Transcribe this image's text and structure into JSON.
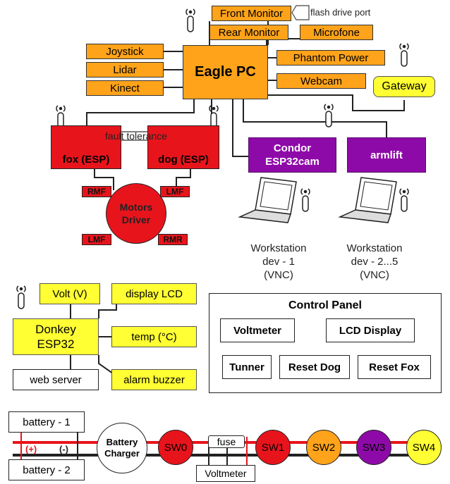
{
  "robot": {
    "eagle_pc": "Eagle PC",
    "front_monitor": "Front Monitor",
    "flash_drive_port": "flash drive port",
    "rear_monitor": "Rear Monitor",
    "microfone": "Microfone",
    "phantom_power": "Phantom Power",
    "webcam": "Webcam",
    "joystick": "Joystick",
    "lidar": "Lidar",
    "kinect": "Kinect",
    "gateway": "Gateway",
    "fault_tolerance": "fault tolerance",
    "fox": "fox (ESP)",
    "dog": "dog (ESP)",
    "condor_line1": "Condor",
    "condor_line2": "ESP32cam",
    "armlift": "armlift",
    "motors_line1": "Motors",
    "motors_line2": "Driver",
    "rmf": "RMF",
    "lmf_top": "LMF",
    "lmf_bottom": "LMF",
    "rmr": "RMR",
    "ws1_line1": "Workstation",
    "ws1_line2": "dev - 1",
    "ws1_line3": "(VNC)",
    "ws2_line1": "Workstation",
    "ws2_line2": "dev - 2...5",
    "ws2_line3": "(VNC)"
  },
  "donkey": {
    "title_line1": "Donkey",
    "title_line2": "ESP32",
    "volt": "Volt (V)",
    "display": "display LCD",
    "temp": "temp (°C)",
    "alarm": "alarm buzzer",
    "web_server": "web server"
  },
  "control_panel": {
    "title": "Control Panel",
    "voltmeter": "Voltmeter",
    "lcd_display": "LCD Display",
    "tunner": "Tunner",
    "reset_dog": "Reset Dog",
    "reset_fox": "Reset Fox"
  },
  "power": {
    "battery1": "battery - 1",
    "battery2": "battery - 2",
    "plus": "(+)",
    "minus": "(-)",
    "charger_line1": "Battery",
    "charger_line2": "Charger",
    "sw0": "SW0",
    "fuse": "fuse",
    "sw1": "SW1",
    "sw2": "SW2",
    "sw3": "SW3",
    "sw4": "SW4",
    "voltmeter": "Voltmeter"
  },
  "colors": {
    "orange": "#FFA31A",
    "yellow": "#FFFF33",
    "red": "#E8141C",
    "purple": "#8E0AA8"
  }
}
